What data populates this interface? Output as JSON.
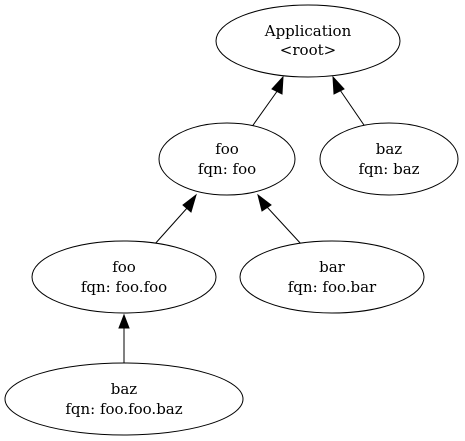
{
  "diagram": {
    "nodes": [
      {
        "id": "root",
        "line1": "Application",
        "line2": "<root>"
      },
      {
        "id": "foo",
        "line1": "foo",
        "line2": "fqn: foo"
      },
      {
        "id": "baz",
        "line1": "baz",
        "line2": "fqn: baz"
      },
      {
        "id": "foo_foo",
        "line1": "foo",
        "line2": "fqn: foo.foo"
      },
      {
        "id": "foo_bar",
        "line1": "bar",
        "line2": "fqn: foo.bar"
      },
      {
        "id": "foo_foo_baz",
        "line1": "baz",
        "line2": "fqn: foo.foo.baz"
      }
    ],
    "edges": [
      {
        "from": "foo",
        "to": "root"
      },
      {
        "from": "baz",
        "to": "root"
      },
      {
        "from": "foo_foo",
        "to": "foo"
      },
      {
        "from": "foo_bar",
        "to": "foo"
      },
      {
        "from": "foo_foo_baz",
        "to": "foo_foo"
      }
    ]
  }
}
